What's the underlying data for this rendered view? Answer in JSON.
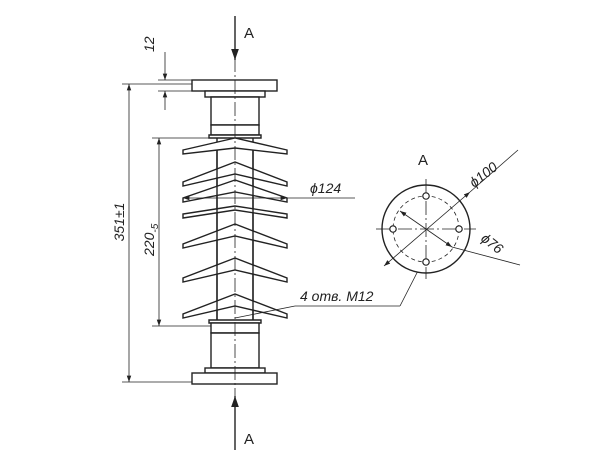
{
  "view_labels": {
    "top": "A",
    "bottom": "A",
    "section": "A"
  },
  "dimensions": {
    "height_total": "351±1",
    "height_flanges": "220",
    "height_flanges_tol": "-5",
    "flange_thickness": "12",
    "shed_diameter": "ϕ124",
    "flange_diameter": "ϕ100",
    "bolt_circle": "ϕ76",
    "holes_note": "4 отв. М12"
  }
}
